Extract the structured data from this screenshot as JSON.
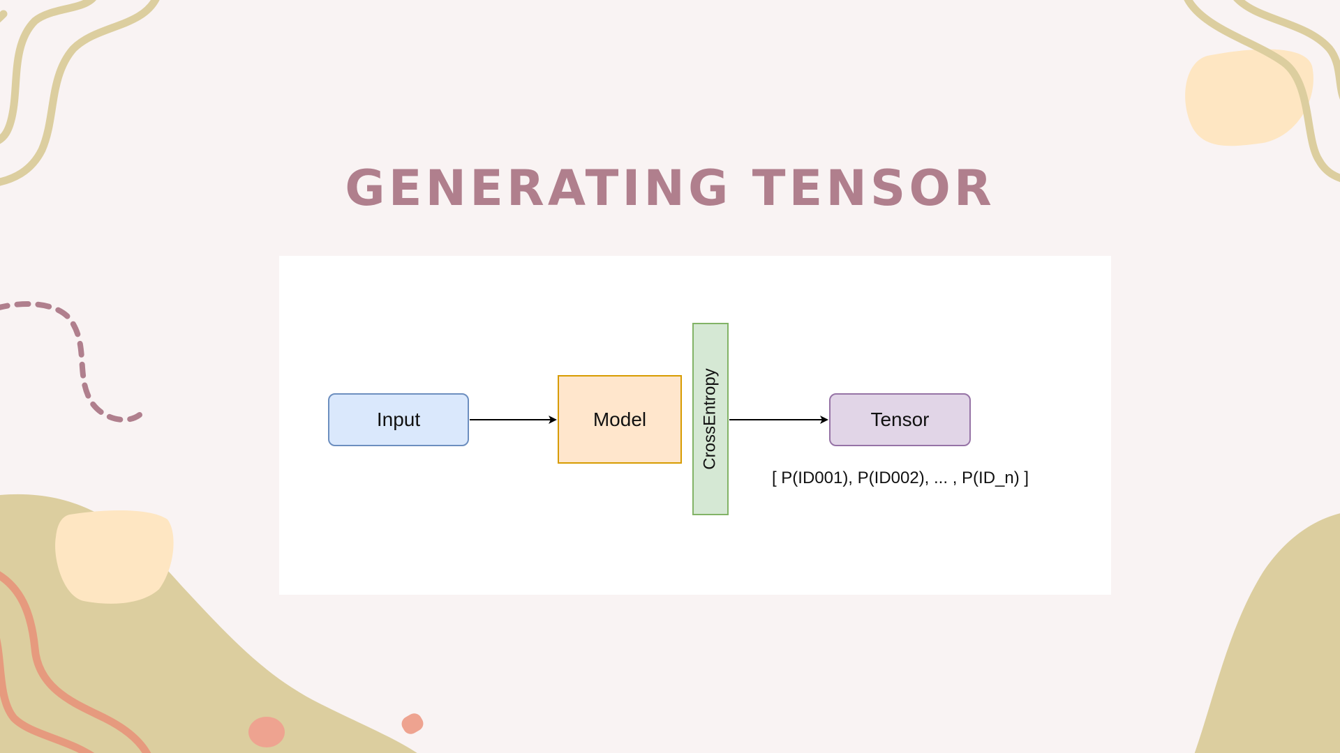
{
  "slide": {
    "title": "Generating Tensor"
  },
  "diagram": {
    "nodes": {
      "input": "Input",
      "model": "Model",
      "cross_entropy": "CrossEntropy",
      "tensor": "Tensor"
    },
    "output_caption": "[ P(ID001), P(ID002), ... , P(ID_n) ]",
    "edges": [
      {
        "from": "input",
        "to": "model"
      },
      {
        "from": "cross_entropy",
        "to": "tensor"
      }
    ]
  },
  "colors": {
    "background": "#f9f3f3",
    "title": "#b07f8d",
    "input_fill": "#dae8fc",
    "input_stroke": "#6c8ebf",
    "model_fill": "#ffe6cc",
    "model_stroke": "#d79b00",
    "ce_fill": "#d5e8d4",
    "ce_stroke": "#82b366",
    "tensor_fill": "#e1d5e7",
    "tensor_stroke": "#9673a6",
    "decor_olive": "#dcce9f",
    "decor_cream": "#fee6c2",
    "decor_coral": "#e69a7e",
    "decor_mauve": "#b07f8d"
  }
}
